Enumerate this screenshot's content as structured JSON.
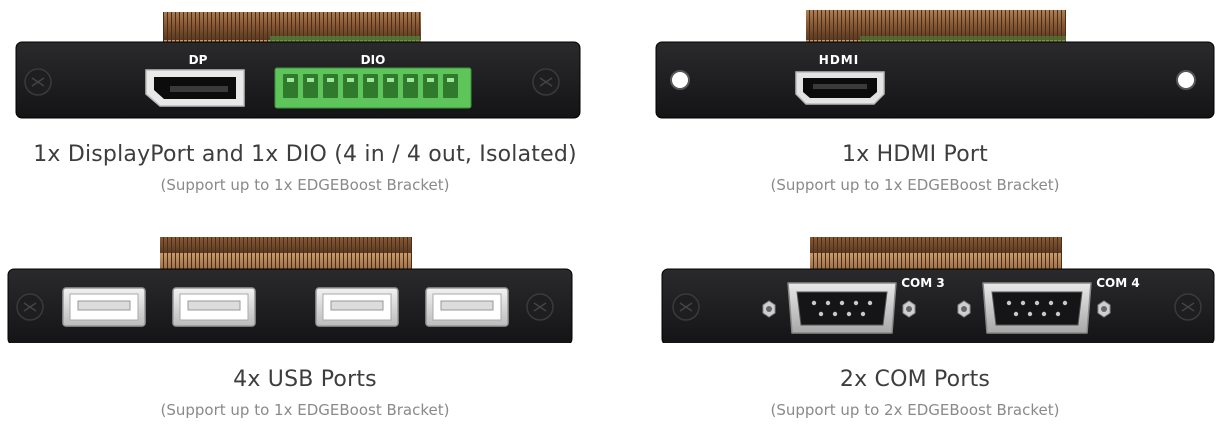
{
  "modules": [
    {
      "title": "1x DisplayPort  and 1x DIO (4 in / 4 out, Isolated)",
      "subtitle": "(Support up to 1x EDGEBoost Bracket)",
      "port_labels": [
        "DP",
        "DIO"
      ],
      "icon": "displayport-dio-module"
    },
    {
      "title": "1x HDMI Port",
      "subtitle": "(Support up to 1x EDGEBoost Bracket)",
      "port_labels": [
        "HDMI"
      ],
      "icon": "hdmi-module"
    },
    {
      "title": "4x USB Ports",
      "subtitle": "(Support up to 1x EDGEBoost Bracket)",
      "port_labels": [],
      "icon": "usb-module"
    },
    {
      "title": "2x COM Ports",
      "subtitle": "(Support up to 2x EDGEBoost Bracket)",
      "port_labels": [
        "COM 3",
        "COM 4"
      ],
      "icon": "com-module"
    }
  ],
  "colors": {
    "bracket": "#1c1c1e",
    "terminal_green": "#5ec55a",
    "gold_pins": "#b07a45",
    "title_text": "#3d3d3d",
    "subtitle_text": "#8a8a8a"
  }
}
